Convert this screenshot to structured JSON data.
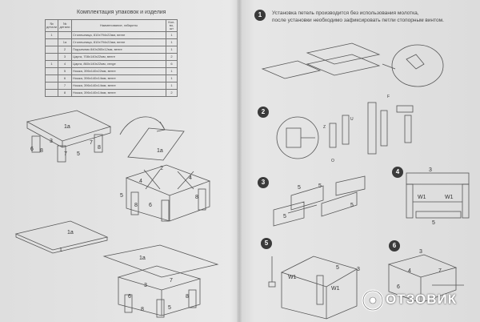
{
  "table": {
    "title": "Комплектация упаковок и изделия",
    "headers": [
      "№ детали",
      "№ детали",
      "Наименование, габариты",
      "Кол-во, шт"
    ],
    "rows": [
      {
        "n1": "1",
        "n2": "",
        "name": "Столешница, 810х794х22мм, венге",
        "qty": "1"
      },
      {
        "n1": "",
        "n2": "1а",
        "name": "Столешница, 810х794х22мм, венге",
        "qty": "1"
      },
      {
        "n1": "",
        "n2": "2",
        "name": "Подъемник 840х265х12мм, венге",
        "qty": "1"
      },
      {
        "n1": "",
        "n2": "3",
        "name": "Царга, 708х140х22мм, венге",
        "qty": "2"
      },
      {
        "n1": "1",
        "n2": "4",
        "name": "Царга, 860х140х22мм, venge",
        "qty": "6"
      },
      {
        "n1": "",
        "n2": "5",
        "name": "Ножка, 396х140х22мм, венге",
        "qty": "1"
      },
      {
        "n1": "",
        "n2": "6",
        "name": "Ножка, 396х140х14мм, венге",
        "qty": "1"
      },
      {
        "n1": "",
        "n2": "7",
        "name": "Ножка, 396х140х14мм, венге",
        "qty": "1"
      },
      {
        "n1": "",
        "n2": "8",
        "name": "Ножка, 396х140х14мм, венге",
        "qty": "2"
      }
    ]
  },
  "steps": {
    "s1": {
      "badge": "1",
      "note_line1": "Установка петель производится без использования молотка,",
      "note_line2": "после установки необходимо зафиксировать петли стопорным винтом."
    },
    "s2": {
      "badge": "2"
    },
    "s3": {
      "badge": "3"
    },
    "s4": {
      "badge": "4"
    },
    "s5": {
      "badge": "5"
    },
    "s6": {
      "badge": "6"
    }
  },
  "labels": {
    "n1": "1",
    "n1a": "1а",
    "n2": "2",
    "n3": "3",
    "n4": "4",
    "n5": "5",
    "n6": "6",
    "n7": "7",
    "n8": "8",
    "w1": "W1",
    "u": "U",
    "f": "F",
    "z": "Z",
    "o": "O"
  },
  "watermark": {
    "text": "ОТЗОВИК",
    "icon": "otzovik-logo-icon"
  },
  "colors": {
    "paper": "#e4e4e4",
    "ink": "#3a3a3a",
    "watermark": "#ffffff"
  }
}
